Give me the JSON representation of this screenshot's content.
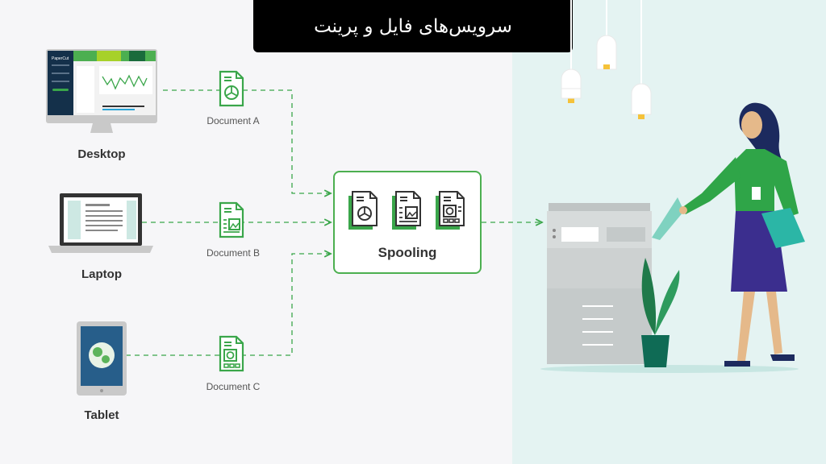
{
  "title": "سرویس‌های فایل و پرینت",
  "devices": [
    {
      "label": "Desktop",
      "screen_brand": "PaperCut"
    },
    {
      "label": "Laptop"
    },
    {
      "label": "Tablet"
    }
  ],
  "documents": [
    {
      "label": "Document A"
    },
    {
      "label": "Document B"
    },
    {
      "label": "Document C"
    }
  ],
  "spooler": {
    "label": "Spooling"
  },
  "colors": {
    "accent": "#3aa64a",
    "title_bg": "#000000",
    "right_bg": "#e4f3f2"
  }
}
